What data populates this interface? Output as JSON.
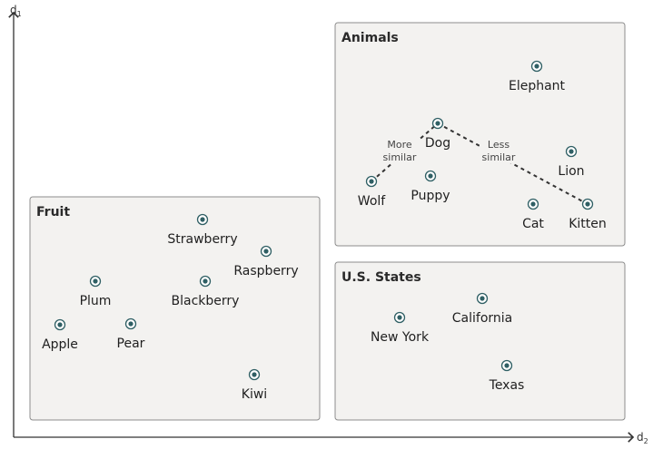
{
  "axes": {
    "y_label": "d",
    "y_sub": "1",
    "x_label": "d",
    "x_sub": "2"
  },
  "colors": {
    "point": "#2f5f64",
    "box_fill": "#f3f2f0",
    "box_border": "#8c8c8c",
    "axis": "#333333"
  },
  "groups": [
    {
      "title": "Fruit",
      "items": [
        "Strawberry",
        "Raspberry",
        "Plum",
        "Blackberry",
        "Apple",
        "Pear",
        "Kiwi"
      ]
    },
    {
      "title": "Animals",
      "items": [
        "Elephant",
        "Dog",
        "Lion",
        "Wolf",
        "Puppy",
        "Cat",
        "Kitten"
      ]
    },
    {
      "title": "U.S. States",
      "items": [
        "California",
        "New York",
        "Texas"
      ]
    }
  ],
  "annotations": {
    "more_similar": [
      "More",
      "similar"
    ],
    "less_similar": [
      "Less",
      "similar"
    ]
  }
}
